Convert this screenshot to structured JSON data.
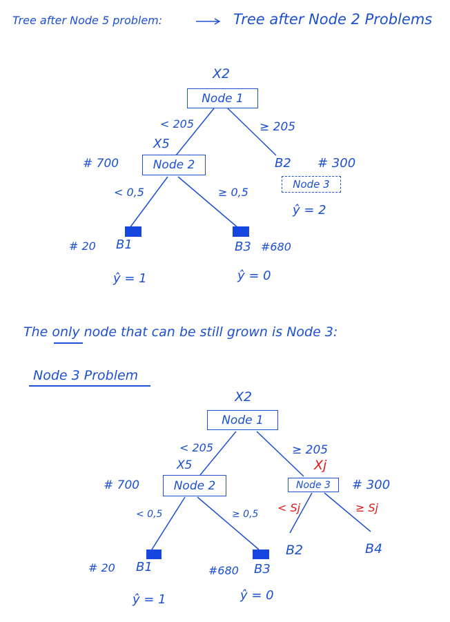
{
  "header": {
    "left": "Tree after Node 5 problem:",
    "arrow": "→",
    "right": "Tree after Node 2 Problems"
  },
  "tree1": {
    "root_var": "X2",
    "root_node": "Node 1",
    "split_left": "< 205",
    "split_right": "≥ 205",
    "node2_var": "X5",
    "node2_count": "# 700",
    "node2": "Node 2",
    "b2_label": "B2",
    "b2_count": "# 300",
    "node3": "Node 3",
    "b2_pred": "ŷ = 2",
    "n2_left": "< 0,5",
    "n2_right": "≥ 0,5",
    "b1_count": "# 20",
    "b1_label": "B1",
    "b1_pred": "ŷ = 1",
    "b3_label": "B3",
    "b3_count": "#680",
    "b3_pred": "ŷ = 0"
  },
  "middle_note": "The only node that can be still grown is Node 3:",
  "section_heading": "Node 3 Problem",
  "tree2": {
    "root_var": "X2",
    "root_node": "Node 1",
    "split_left": "< 205",
    "split_right": "≥ 205",
    "node2_var": "X5",
    "node2_count": "# 700",
    "node2": "Node 2",
    "node3_var": "Xj",
    "node3": "Node 3",
    "node3_count": "# 300",
    "n3_left": "< Sj",
    "n3_right": "≥ Sj",
    "n2_left": "< 0,5",
    "n2_right": "≥ 0,5",
    "b2_label": "B2",
    "b4_label": "B4",
    "b1_count": "# 20",
    "b1_label": "B1",
    "b1_pred": "ŷ = 1",
    "b3_count": "#680",
    "b3_label": "B3",
    "b3_pred": "ŷ = 0"
  },
  "colors": {
    "ink": "#1c4fd1",
    "leaf": "#1646e0",
    "accent_red": "#e01b1b"
  }
}
